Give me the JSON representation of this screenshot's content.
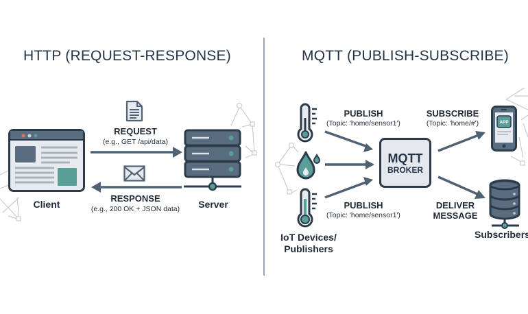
{
  "http": {
    "title": "HTTP (REQUEST-RESPONSE)",
    "client_label": "Client",
    "server_label": "Server",
    "request": {
      "label": "REQUEST",
      "detail": "(e.g., GET /api/data)",
      "icon": "document-icon"
    },
    "response": {
      "label": "RESPONSE",
      "detail": "(e.g., 200 OK + JSON data)",
      "icon": "envelope-icon"
    }
  },
  "mqtt": {
    "title": "MQTT (PUBLISH-SUBSCRIBE)",
    "broker": {
      "line1": "MQTT",
      "line2": "BROKER"
    },
    "publish_top": {
      "label": "PUBLISH",
      "detail": "(Topic: 'home/sensor1')"
    },
    "publish_bottom": {
      "label": "PUBLISH",
      "detail": "(Topic: 'home/sensor1')"
    },
    "subscribe": {
      "label": "SUBSCRIBE",
      "detail": "(Topic: 'home/#')"
    },
    "deliver": {
      "line1": "DELIVER",
      "line2": "MESSAGE"
    },
    "publishers_label": {
      "line1": "IoT Devices/",
      "line2": "Publishers"
    },
    "subscribers_label": "Subscribers",
    "app_badge": "APP"
  },
  "colors": {
    "dark": "#2b3b4a",
    "slate": "#4f6274",
    "teal": "#5a9e98",
    "panel": "#e7ebf0",
    "network": "#c3cad1"
  }
}
